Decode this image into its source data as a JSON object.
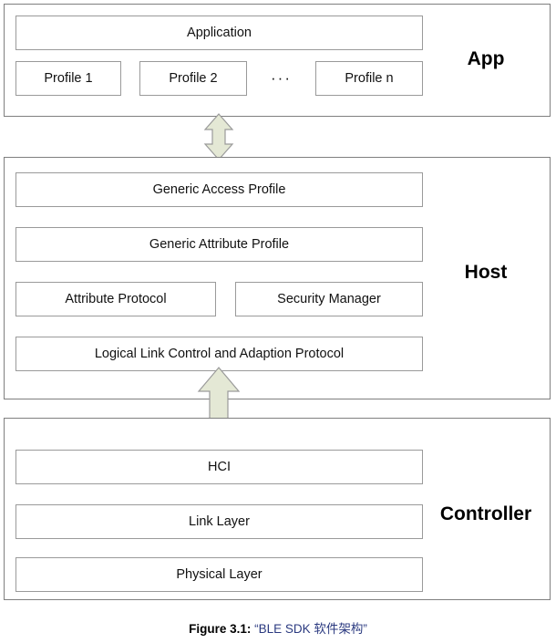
{
  "figure": {
    "caption_label": "Figure 3.1:",
    "caption_title": "“BLE SDK 软件架构”",
    "colors": {
      "outer_border": "#7f7f7f",
      "box_border": "#9a9a9a",
      "arrow_fill": "#e4e8d5",
      "arrow_border": "#9a9a9a",
      "caption_title": "#2b3a80",
      "background": "#ffffff"
    }
  },
  "sections": {
    "app": {
      "side_label": "App",
      "application": "Application",
      "profiles": [
        {
          "label": "Profile 1"
        },
        {
          "label": "Profile 2"
        },
        {
          "label": "Profile n"
        }
      ],
      "ellipsis": "···"
    },
    "host": {
      "side_label": "Host",
      "layers": [
        {
          "label": "Generic Access Profile"
        },
        {
          "label": "Generic Attribute Profile"
        },
        {
          "label": "Attribute Protocol"
        },
        {
          "label": "Security Manager"
        },
        {
          "label": "Logical Link Control and Adaption Protocol"
        }
      ]
    },
    "controller": {
      "side_label": "Controller",
      "layers": [
        {
          "label": "HCI"
        },
        {
          "label": "Link Layer"
        },
        {
          "label": "Physical Layer"
        }
      ]
    }
  },
  "arrows": [
    {
      "name": "app-to-host",
      "direction": "bidirectional"
    },
    {
      "name": "host-to-controller",
      "direction": "bidirectional"
    }
  ]
}
